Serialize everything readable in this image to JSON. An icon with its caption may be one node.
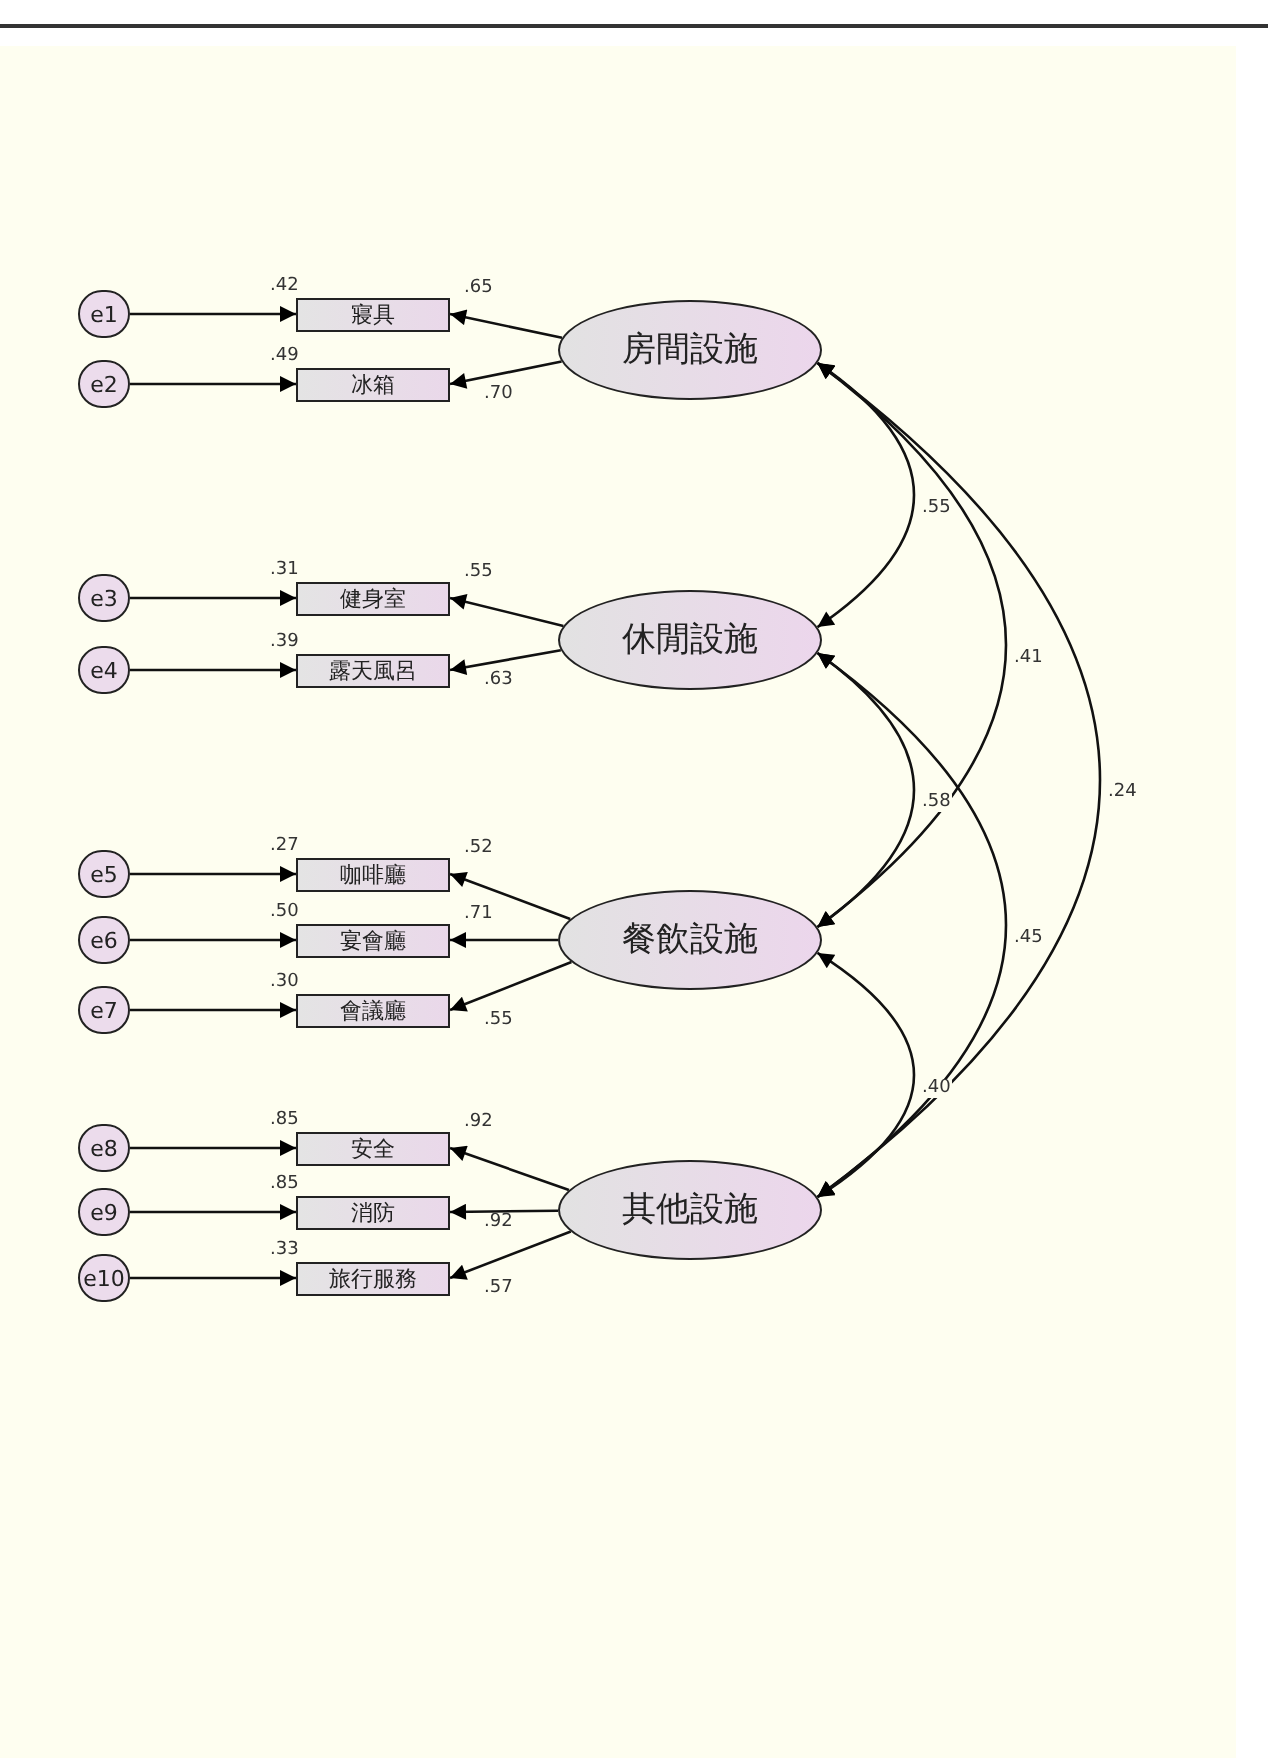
{
  "diagram": {
    "nodes": [
      {
        "text": [
          "e1"
        ]
      },
      {
        "text": [
          "寢具"
        ],
        "beside": [
          ".42"
        ]
      },
      {
        "text": [
          "e2"
        ]
      },
      {
        "text": [
          "冰箱"
        ],
        "beside": [
          ".49"
        ]
      },
      {
        "text": [
          "房間設施"
        ]
      },
      {
        "text": [
          "e3"
        ]
      },
      {
        "text": [
          "健身室"
        ],
        "beside": [
          ".31"
        ]
      },
      {
        "text": [
          "e4"
        ]
      },
      {
        "text": [
          "露天風呂"
        ],
        "beside": [
          ".39"
        ]
      },
      {
        "text": [
          "休閒設施"
        ]
      },
      {
        "text": [
          "e5"
        ]
      },
      {
        "text": [
          "咖啡廳"
        ],
        "beside": [
          ".27"
        ]
      },
      {
        "text": [
          "e6"
        ]
      },
      {
        "text": [
          "宴會廳"
        ],
        "beside": [
          ".50"
        ]
      },
      {
        "text": [
          "e7"
        ]
      },
      {
        "text": [
          "會議廳"
        ],
        "beside": [
          ".30"
        ]
      },
      {
        "text": [
          "餐飲設施"
        ]
      },
      {
        "text": [
          "e8"
        ]
      },
      {
        "text": [
          "安全"
        ],
        "beside": [
          ".85"
        ]
      },
      {
        "text": [
          "e9"
        ]
      },
      {
        "text": [
          "消防"
        ],
        "beside": [
          ".85"
        ]
      },
      {
        "text": [
          "e10"
        ]
      },
      {
        "text": [
          "旅行服務"
        ],
        "beside": [
          ".33"
        ]
      },
      {
        "text": [
          "其他設施"
        ]
      }
    ],
    "edges": [
      {
        "from": 0,
        "to": 1,
        "arrow": "to"
      },
      {
        "from": 4,
        "to": 1,
        "arrow": "to",
        "label": ".65"
      },
      {
        "from": 2,
        "to": 3,
        "arrow": "to"
      },
      {
        "from": 4,
        "to": 3,
        "arrow": "to",
        "label": ".70"
      },
      {
        "from": 5,
        "to": 6,
        "arrow": "to"
      },
      {
        "from": 9,
        "to": 6,
        "arrow": "to",
        "label": ".55"
      },
      {
        "from": 7,
        "to": 8,
        "arrow": "to"
      },
      {
        "from": 9,
        "to": 8,
        "arrow": "to",
        "label": ".63"
      },
      {
        "from": 10,
        "to": 11,
        "arrow": "to"
      },
      {
        "from": 16,
        "to": 11,
        "arrow": "to",
        "label": ".52"
      },
      {
        "from": 12,
        "to": 13,
        "arrow": "to"
      },
      {
        "from": 16,
        "to": 13,
        "arrow": "to",
        "label": ".71"
      },
      {
        "from": 14,
        "to": 15,
        "arrow": "to"
      },
      {
        "from": 16,
        "to": 15,
        "arrow": "to",
        "label": ".55"
      },
      {
        "from": 17,
        "to": 18,
        "arrow": "to"
      },
      {
        "from": 23,
        "to": 18,
        "arrow": "to",
        "label": ".92"
      },
      {
        "from": 19,
        "to": 20,
        "arrow": "to"
      },
      {
        "from": 23,
        "to": 20,
        "arrow": "to",
        "label": ".92"
      },
      {
        "from": 21,
        "to": 22,
        "arrow": "to"
      },
      {
        "from": 23,
        "to": 22,
        "arrow": "to",
        "label": ".57"
      },
      {
        "from": 4,
        "to": 9,
        "arrow": "both",
        "label": ".55"
      },
      {
        "from": 4,
        "to": 16,
        "arrow": "both",
        "label": ".41"
      },
      {
        "from": 4,
        "to": 23,
        "arrow": "both",
        "label": ".24"
      },
      {
        "from": 9,
        "to": 16,
        "arrow": "both",
        "label": ".58"
      },
      {
        "from": 9,
        "to": 23,
        "arrow": "both",
        "label": ".45"
      },
      {
        "from": 16,
        "to": 23,
        "arrow": "both",
        "label": ".40"
      }
    ]
  }
}
